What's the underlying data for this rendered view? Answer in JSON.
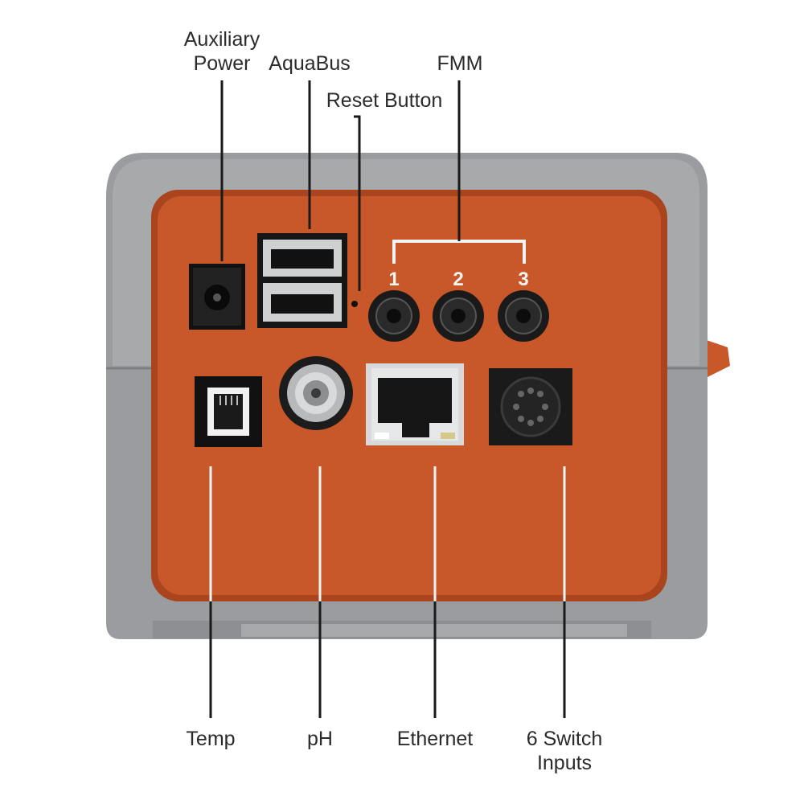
{
  "labels": {
    "auxiliary_power": {
      "line1": "Auxiliary",
      "line2": "Power"
    },
    "aquabus": "AquaBus",
    "reset_button": "Reset Button",
    "fmm": "FMM",
    "temp": "Temp",
    "ph": "pH",
    "ethernet": "Ethernet",
    "switch_inputs": {
      "line1": "6 Switch",
      "line2": "Inputs"
    }
  },
  "fmm_ports": [
    "1",
    "2",
    "3"
  ],
  "colors": {
    "housing": "#9a9c9f",
    "housing_light": "#b4b6b8",
    "panel": "#c8582a",
    "panel_dark": "#a9441d",
    "port": "#1a1a1a",
    "leader": "#1a1a1a",
    "leader_light": "#f4f4f4",
    "label_text": "#2b2b2b"
  }
}
